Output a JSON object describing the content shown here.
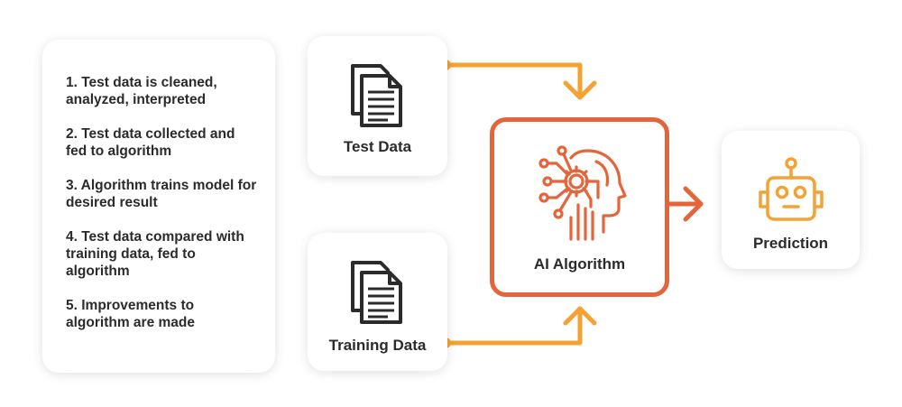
{
  "steps": [
    "1. Test data is cleaned, analyzed, interpreted",
    "2. Test data collected and fed to algorithm",
    "3. Algorithm trains model for desired result",
    "4. Test data compared with training data, fed to algorithm",
    "5. Improvements to algorithm are made"
  ],
  "nodes": {
    "test_data": "Test Data",
    "training_data": "Training Data",
    "algorithm": "AI Algorithm",
    "prediction": "Prediction"
  },
  "icons": {
    "test_data": "document-stack-icon",
    "training_data": "document-stack-icon",
    "algorithm": "ai-head-circuit-icon",
    "prediction": "robot-icon"
  },
  "colors": {
    "arrow": "#f4a233",
    "algorithm": "#e4653a",
    "text": "#2b2b2b"
  }
}
